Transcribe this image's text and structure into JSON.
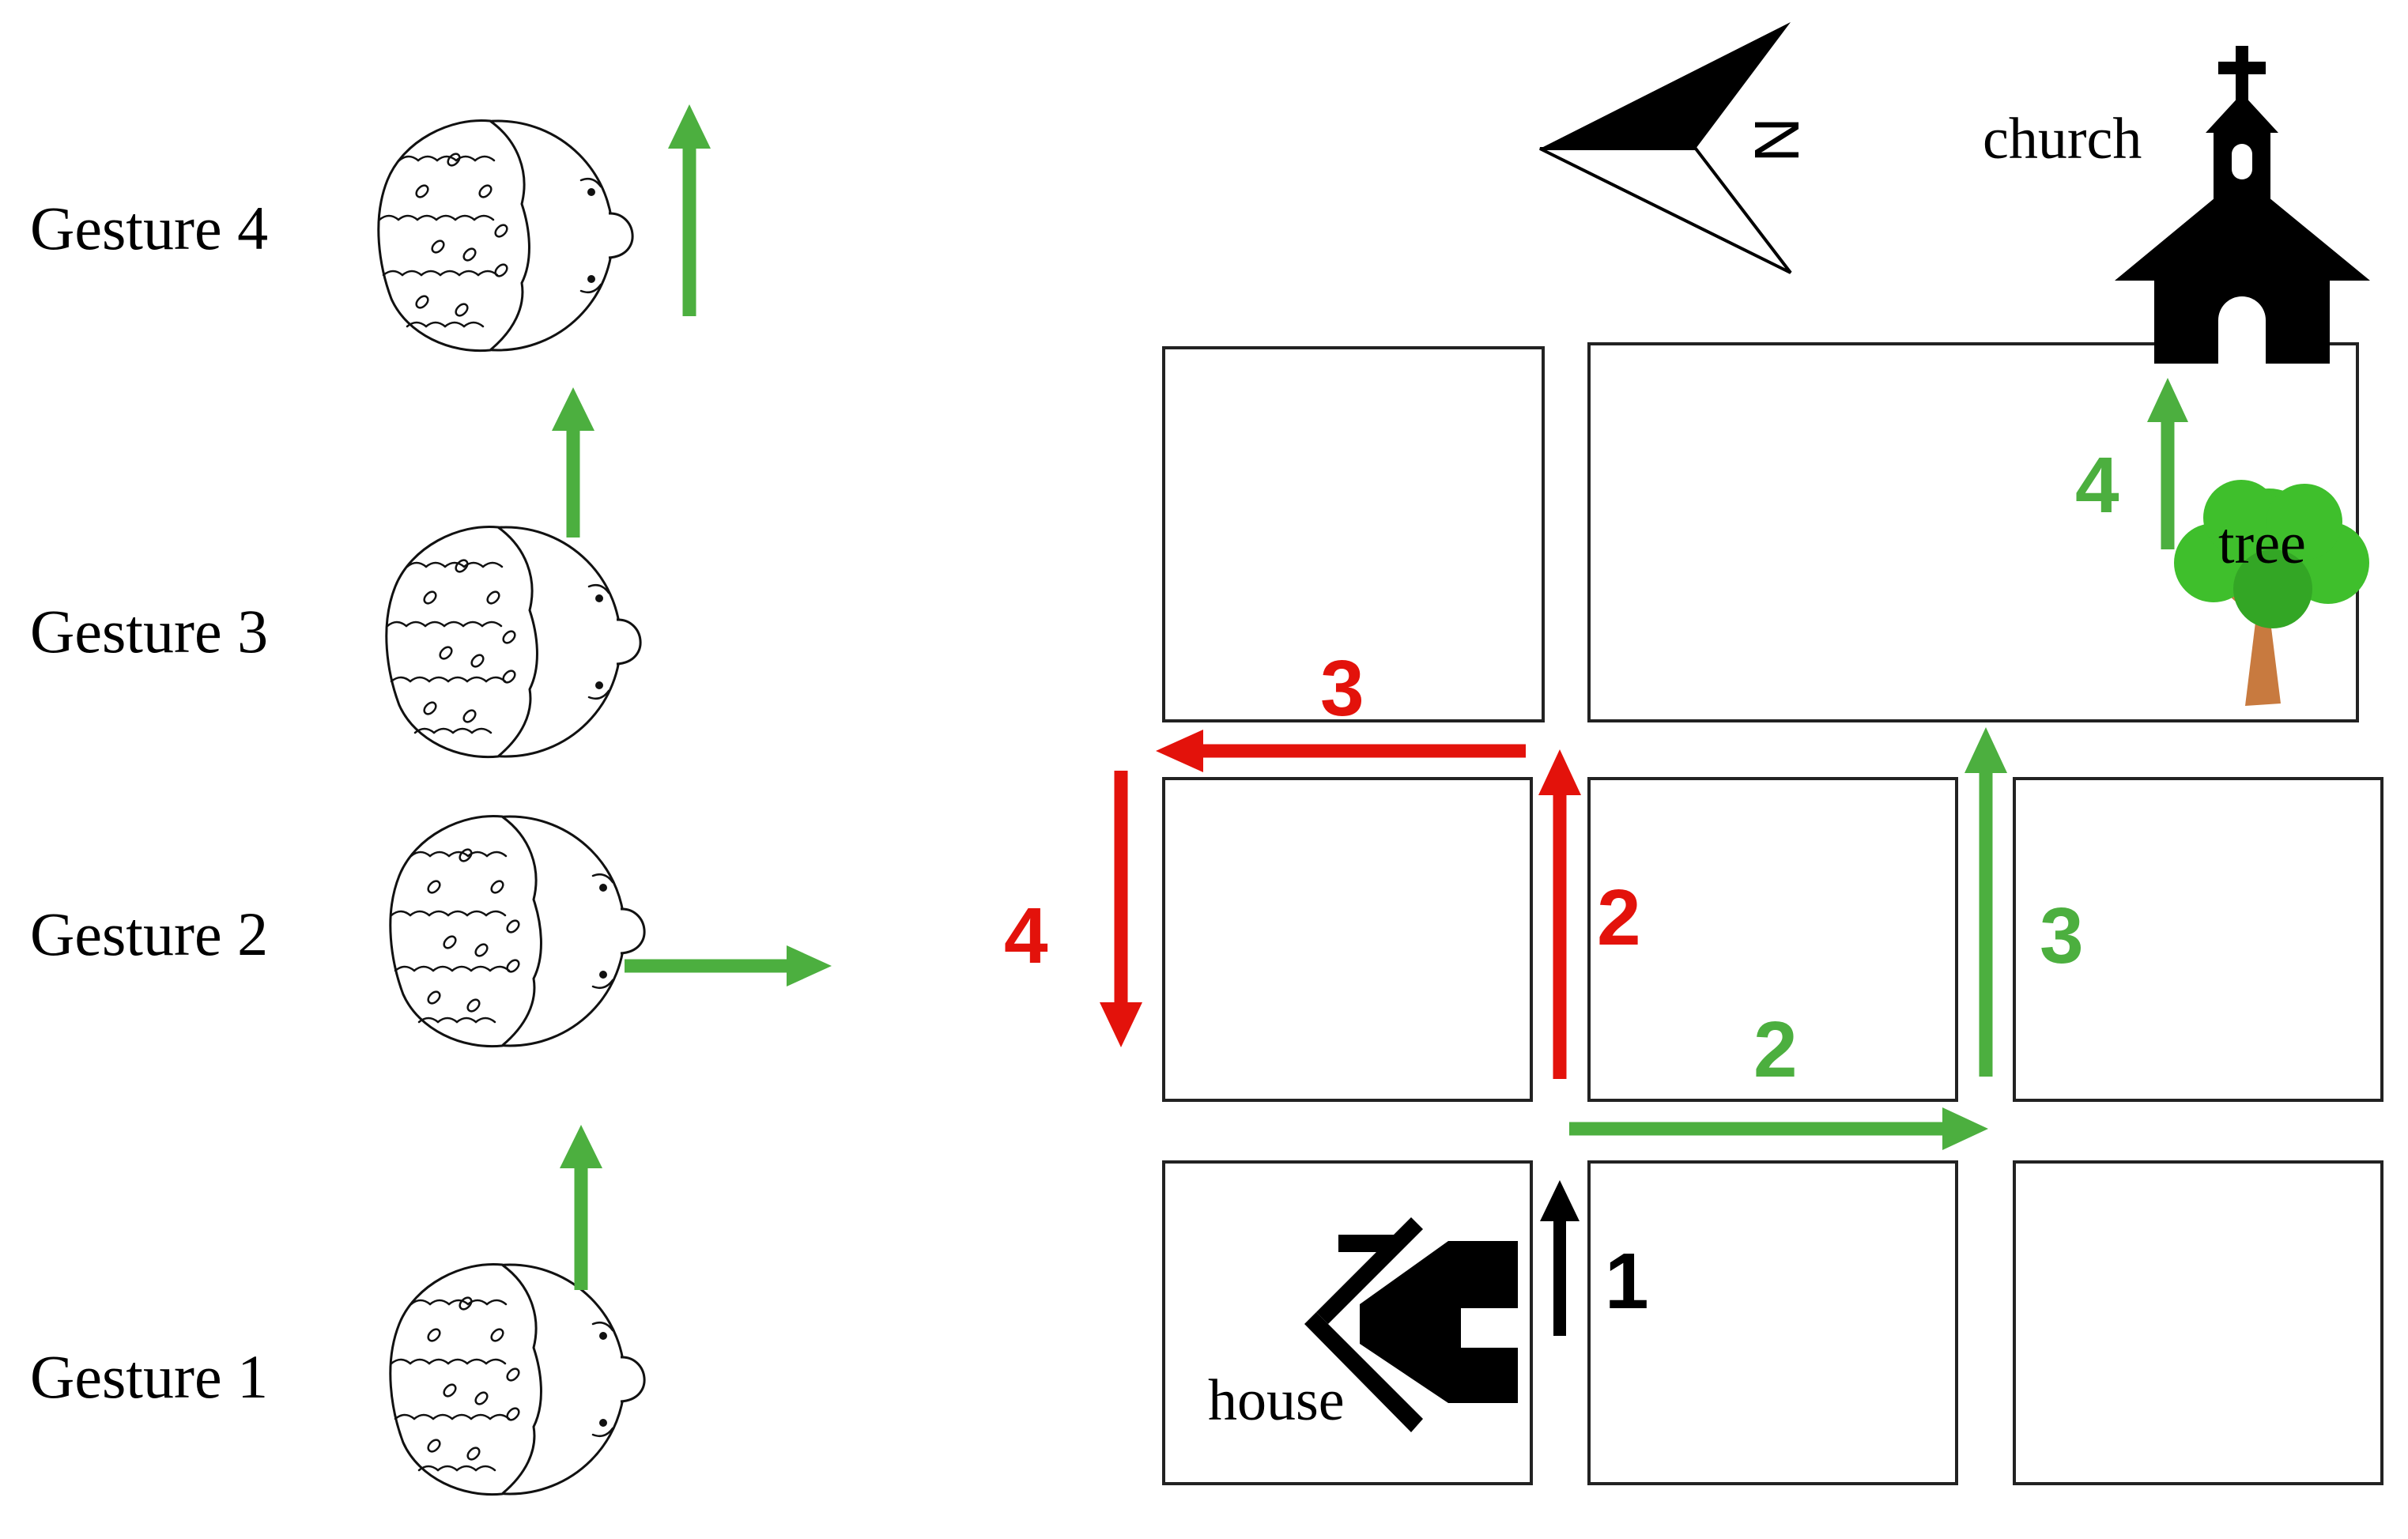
{
  "colors": {
    "green": "#4caf3f",
    "red": "#e3120b",
    "black": "#000000",
    "tree_leaf": "#3fbf2c",
    "tree_trunk": "#c87a3f"
  },
  "gestures": [
    {
      "label": "Gesture 1",
      "direction": "forward",
      "icon": "head-top-view-icon"
    },
    {
      "label": "Gesture 2",
      "direction": "right",
      "icon": "head-top-view-icon"
    },
    {
      "label": "Gesture 3",
      "direction": "forward",
      "icon": "head-top-view-icon"
    },
    {
      "label": "Gesture 4",
      "direction": "forward",
      "icon": "head-top-view-icon"
    }
  ],
  "map": {
    "compass_letter": "N",
    "compass_icon": "north-arrow-icon",
    "landmarks": {
      "church": "church",
      "tree": "tree",
      "house": "house"
    },
    "route_black": {
      "steps": [
        "1"
      ]
    },
    "route_red": {
      "steps": [
        "2",
        "3",
        "4"
      ]
    },
    "route_green": {
      "steps": [
        "2",
        "3",
        "4"
      ]
    }
  }
}
